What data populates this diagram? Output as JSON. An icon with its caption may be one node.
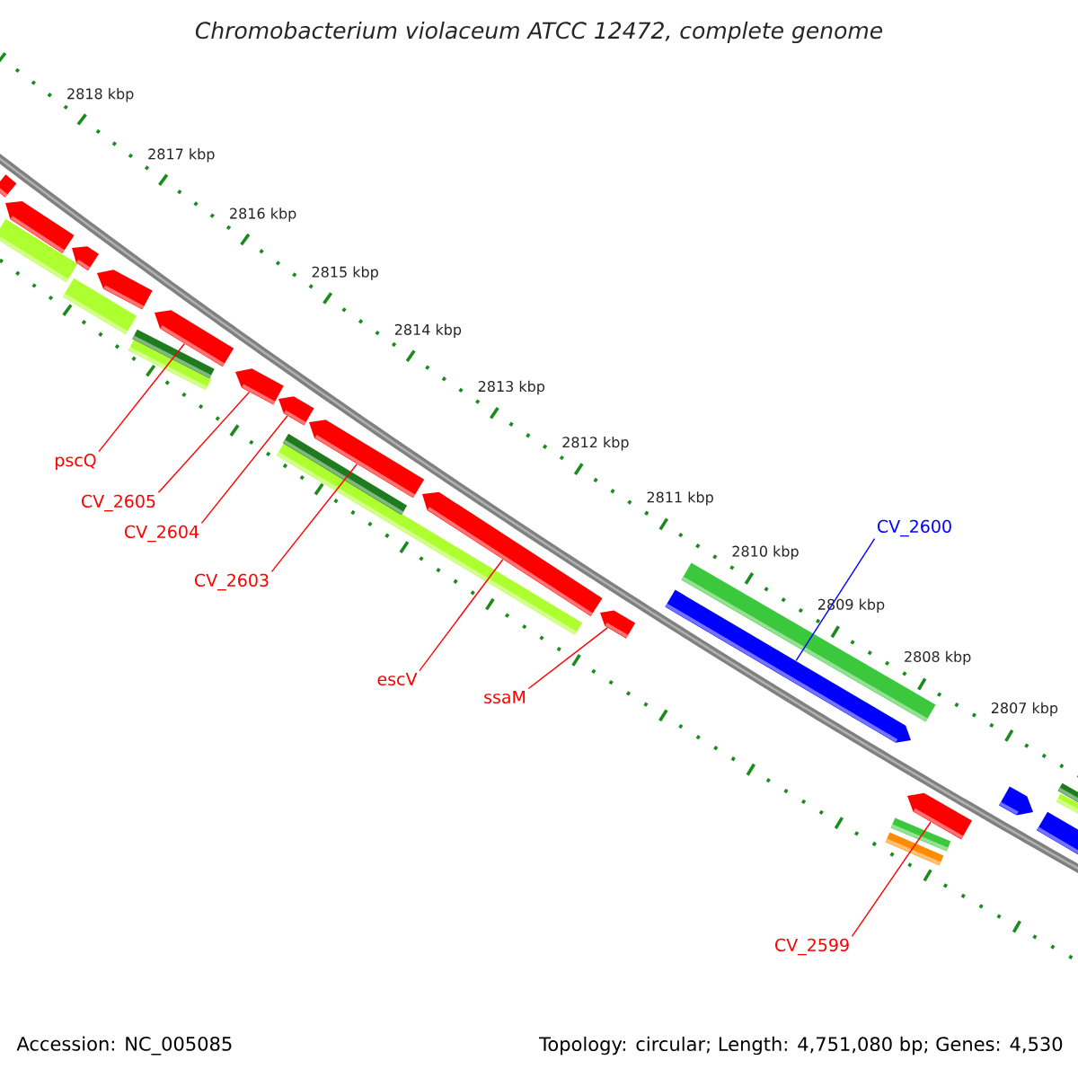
{
  "diagram": {
    "title": "Chromobacterium violaceum ATCC 12472, complete genome",
    "nodes": [
      {
        "text": [
          "pscQ"
        ]
      },
      {
        "text": [
          "CV_2605"
        ]
      },
      {
        "text": [
          "CV_2604"
        ]
      },
      {
        "text": [
          "CV_2603"
        ]
      },
      {
        "text": [
          "escV"
        ]
      },
      {
        "text": [
          "ssaM"
        ]
      },
      {
        "text": [
          "CV_2599"
        ]
      },
      {
        "text": [
          "CV_2600"
        ]
      },
      {
        "text": [],
        "shape": "bar"
      },
      {
        "text": [],
        "shape": "bar"
      },
      {
        "text": [],
        "shape": "bar"
      },
      {
        "text": [],
        "shape": "bar"
      },
      {
        "text": [],
        "shape": "bar"
      },
      {
        "text": [],
        "shape": "bar"
      },
      {
        "text": [],
        "shape": "bar"
      },
      {
        "text": [],
        "shape": "bar"
      },
      {
        "text": [],
        "shape": "bar"
      },
      {
        "text": [],
        "shape": "bar"
      },
      {
        "text": [],
        "shape": "bar"
      },
      {
        "text": [],
        "shape": "bar"
      },
      {
        "text": [],
        "shape": "bar"
      },
      {
        "text": [],
        "shape": "bar"
      },
      {
        "text": [],
        "shape": "bar"
      },
      {
        "text": [],
        "shape": "bar"
      },
      {
        "text": [],
        "shape": "bar"
      },
      {
        "text": [],
        "shape": "bar"
      },
      {
        "text": [],
        "shape": "bar"
      },
      {
        "text": [],
        "shape": "bar"
      },
      {
        "text": [],
        "shape": "bar"
      },
      {
        "text": [],
        "shape": "bar"
      },
      {
        "text": [],
        "shape": "bar"
      },
      {
        "text": [],
        "shape": "bar"
      },
      {
        "text": [],
        "shape": "bar"
      }
    ],
    "edges": [
      {
        "from": 0,
        "to": 16,
        "arrow": "none"
      },
      {
        "from": 1,
        "to": 17,
        "arrow": "none"
      },
      {
        "from": 2,
        "to": 18,
        "arrow": "none"
      },
      {
        "from": 3,
        "to": 21,
        "arrow": "none"
      },
      {
        "from": 4,
        "to": 22,
        "arrow": "none"
      },
      {
        "from": 5,
        "to": 23,
        "arrow": "none"
      },
      {
        "from": 6,
        "to": 28,
        "arrow": "none"
      },
      {
        "from": 7,
        "to": 24,
        "arrow": "none",
        "color": "#0000ff"
      }
    ],
    "labels": [
      "2818 kbp",
      "2817 kbp",
      "2816 kbp",
      "2815 kbp",
      "2814 kbp",
      "2813 kbp",
      "2812 kbp",
      "2811 kbp",
      "2810 kbp",
      "2809 kbp",
      "2808 kbp",
      "2807 kbp",
      "Accession: NC_005085",
      "Topology: circular; Length: 4,751,080 bp; Genes: 4,530"
    ]
  }
}
